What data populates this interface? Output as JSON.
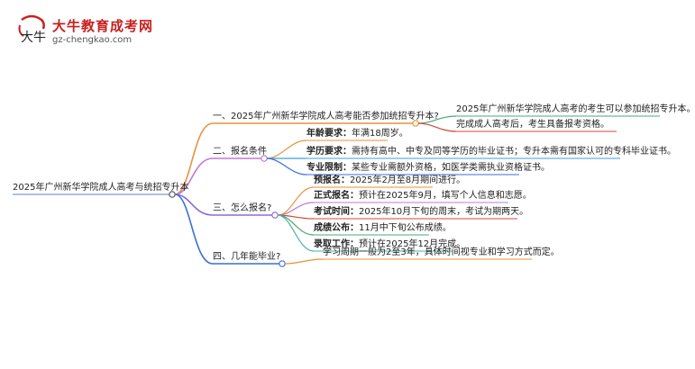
{
  "logo": {
    "mark_text": "大牛",
    "title": "大牛教育成考网",
    "url": "gz-chengkao.com",
    "brand_color": "#c8201e"
  },
  "mindmap": {
    "root": "2025年广州新华学院成人高考与统招专升本",
    "branches": [
      {
        "title": "一、2025年广州新华学院成人高考能否参加统招专升本?",
        "color": "#e8923a",
        "children": [
          {
            "label": "",
            "text": "2025年广州新华学院成人高考的考生可以参加统招专升本。",
            "color": "#4aa876"
          },
          {
            "label": "",
            "text": "完成成人高考后，考生具备报考资格。",
            "color": "#d04a3a"
          }
        ]
      },
      {
        "title": "二、报名条件",
        "color": "#c07ad0",
        "children": [
          {
            "label": "年龄要求：",
            "text": "年满18周岁。",
            "color": "#e8923a"
          },
          {
            "label": "学历要求：",
            "text": "需持有高中、中专及同等学历的毕业证书；专升本需有国家认可的专科毕业证书。",
            "color": "#3aa0d8"
          },
          {
            "label": "专业限制：",
            "text": "某些专业需额外资格，如医学类需执业资格证书。",
            "color": "#3a6fd8"
          }
        ]
      },
      {
        "title": "三、怎么报名?",
        "color": "#8a6bd8",
        "children": [
          {
            "label": "预报名：",
            "text": "2025年2月至8月期间进行。",
            "color": "#e8923a"
          },
          {
            "label": "正式报名：",
            "text": "预计在2025年9月，填写个人信息和志愿。",
            "color": "#c07ad0"
          },
          {
            "label": "考试时间：",
            "text": "2025年10月下旬的周末，考试为期两天。",
            "color": "#d04a3a"
          },
          {
            "label": "成绩公布：",
            "text": "11月中下旬公布成绩。",
            "color": "#4aa876"
          },
          {
            "label": "录取工作：",
            "text": "预计在2025年12月完成。",
            "color": "#4ab0a0"
          }
        ]
      },
      {
        "title": "四、几年能毕业?",
        "color": "#3a6fd8",
        "children": [
          {
            "label": "",
            "text": "学习周期一般为2至3年，具体时间视专业和学习方式而定。",
            "color": "#e8923a"
          }
        ]
      }
    ]
  }
}
